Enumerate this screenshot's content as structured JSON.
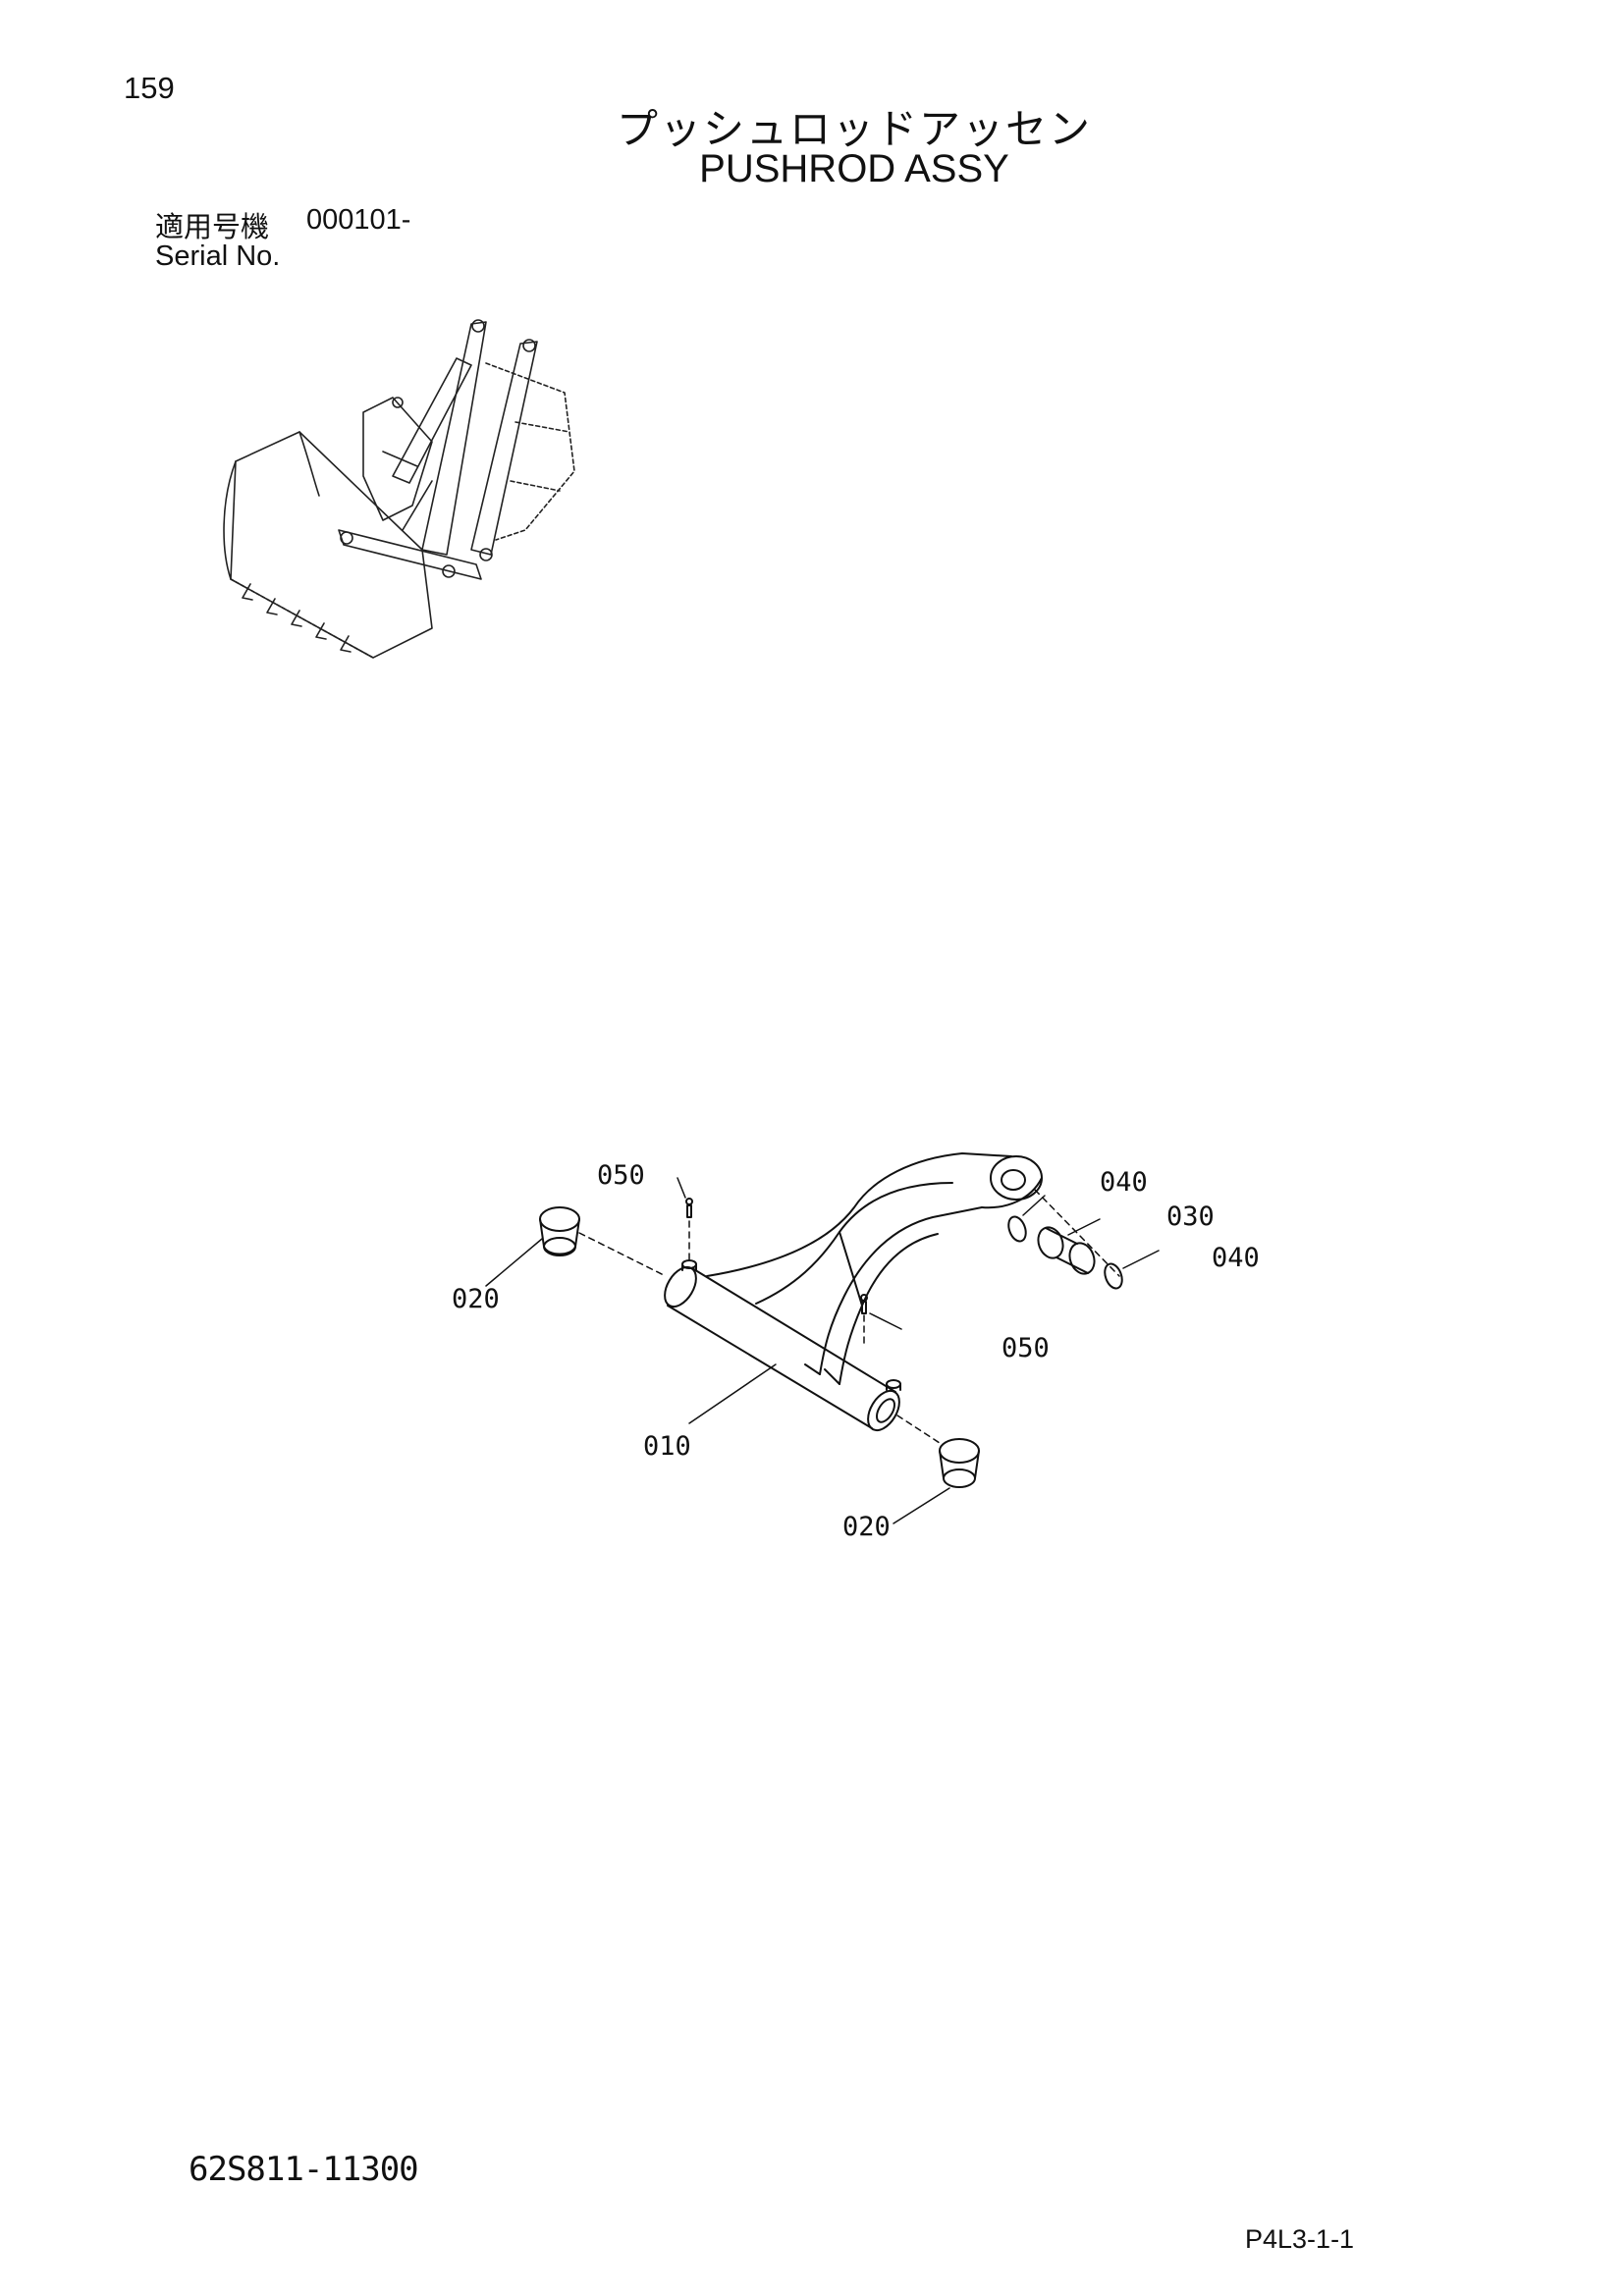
{
  "header": {
    "page_number": "159",
    "title_ja": "プッシュロッドアッセン",
    "title_en": "PUSHROD ASSY"
  },
  "serial": {
    "label_ja": "適用号機",
    "range": "000101-",
    "label_en": "Serial No."
  },
  "callouts": {
    "c010": "010",
    "c020_left": "020",
    "c020_right": "020",
    "c030": "030",
    "c040_top": "040",
    "c040_right": "040",
    "c050_top": "050",
    "c050_right": "050"
  },
  "footer": {
    "part_code": "62S811-11300",
    "page_ref": "P4L3-1-1"
  }
}
